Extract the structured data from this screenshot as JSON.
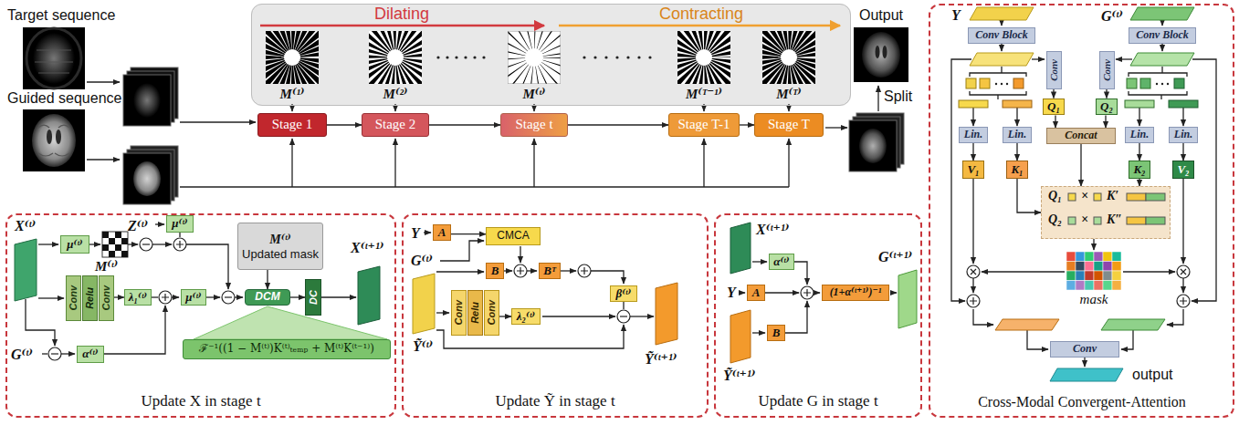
{
  "diagram": {
    "nodes": [
      {
        "text": [
          "Dilating",
          "Contracting"
        ]
      },
      {
        "text": [
          "Stage 1"
        ]
      },
      {
        "text": [
          "Stage 2"
        ]
      },
      {
        "text": [
          "Stage t"
        ]
      },
      {
        "text": [
          "Stage T-1"
        ]
      },
      {
        "text": [
          "Stage T"
        ]
      },
      {
        "text": [
          "Update X in stage t"
        ]
      },
      {
        "text": [
          "μ⁽ᵗ⁾"
        ],
        "in": 6
      },
      {
        "text": [
          "μ⁽ᵗ⁾"
        ],
        "in": 6
      },
      {
        "text": [
          "Conv"
        ],
        "in": 6
      },
      {
        "text": [
          "Relu"
        ],
        "in": 6
      },
      {
        "text": [
          "Conv"
        ],
        "in": 6
      },
      {
        "text": [
          "λ₁⁽ᵗ⁾"
        ],
        "in": 6
      },
      {
        "text": [
          "μ⁽ᵗ⁾"
        ],
        "in": 6
      },
      {
        "text": [
          "α⁽ᵗ⁾"
        ],
        "in": 6
      },
      {
        "text": [
          "M⁽ᵗ⁾",
          "Updated mask"
        ],
        "in": 6
      },
      {
        "text": [
          "DCM"
        ],
        "in": 6
      },
      {
        "text": [
          "DC"
        ],
        "in": 6
      },
      {
        "text": [
          "ℱ⁻¹((1 − M⁽ᵗ⁾)K⁽ᵗ⁾ₜₑₘₚ + M⁽ᵗ⁾K⁽ᵗ⁻¹⁾)"
        ],
        "in": 6
      },
      {
        "text": [
          "Update Ỹ in stage t"
        ]
      },
      {
        "text": [
          "A"
        ],
        "in": 19
      },
      {
        "text": [
          "CMCA"
        ],
        "in": 19
      },
      {
        "text": [
          "B"
        ],
        "in": 19
      },
      {
        "text": [
          "Bᵀ"
        ],
        "in": 19
      },
      {
        "text": [
          "Conv"
        ],
        "in": 19
      },
      {
        "text": [
          "Relu"
        ],
        "in": 19
      },
      {
        "text": [
          "Conv"
        ],
        "in": 19
      },
      {
        "text": [
          "λ₂⁽ᵗ⁾"
        ],
        "in": 19
      },
      {
        "text": [
          "β⁽ᵗ⁾"
        ],
        "in": 19
      },
      {
        "text": [
          "Update G in stage t"
        ]
      },
      {
        "text": [
          "α⁽ᵗ⁾"
        ],
        "in": 29
      },
      {
        "text": [
          "A"
        ],
        "in": 29
      },
      {
        "text": [
          "B"
        ],
        "in": 29
      },
      {
        "text": [
          "(1+α⁽ᵗ⁺¹⁾)⁻¹"
        ],
        "in": 29
      },
      {
        "text": [
          "Cross-Modal Convergent-Attention"
        ]
      },
      {
        "text": [
          "Conv Block"
        ],
        "in": 34
      },
      {
        "text": [
          "Conv Block"
        ],
        "in": 34
      },
      {
        "text": [
          "Conv"
        ],
        "in": 34
      },
      {
        "text": [
          "Conv"
        ],
        "in": 34
      },
      {
        "text": [
          "Q₁"
        ],
        "in": 34
      },
      {
        "text": [
          "Q₂"
        ],
        "in": 34
      },
      {
        "text": [
          "Lin."
        ],
        "in": 34
      },
      {
        "text": [
          "Lin."
        ],
        "in": 34
      },
      {
        "text": [
          "Concat"
        ],
        "in": 34
      },
      {
        "text": [
          "Lin."
        ],
        "in": 34
      },
      {
        "text": [
          "Lin."
        ],
        "in": 34
      },
      {
        "text": [
          "V₁"
        ],
        "in": 34
      },
      {
        "text": [
          "K₁"
        ],
        "in": 34
      },
      {
        "text": [
          "K₂"
        ],
        "in": 34
      },
      {
        "text": [
          "V₂"
        ],
        "in": 34
      },
      {
        "text": [
          "Q₁",
          "×",
          "K′",
          "Q₂",
          "×",
          "K″"
        ],
        "in": 34
      },
      {
        "text": [
          "Conv"
        ],
        "in": 34
      }
    ],
    "edges": [
      {
        "from": 1,
        "to": 2,
        "arrow": "to"
      },
      {
        "from": 2,
        "to": 3,
        "arrow": "to"
      },
      {
        "from": 3,
        "to": 4,
        "arrow": "to"
      },
      {
        "from": 4,
        "to": 5,
        "arrow": "to"
      },
      {
        "from": 11,
        "to": 12,
        "arrow": "to"
      },
      {
        "from": 15,
        "to": 16,
        "arrow": "to"
      },
      {
        "from": 16,
        "to": 17,
        "arrow": "to"
      },
      {
        "from": 20,
        "to": 21,
        "arrow": "to"
      },
      {
        "from": 26,
        "to": 27,
        "arrow": "to"
      },
      {
        "from": 37,
        "to": 39,
        "arrow": "to"
      },
      {
        "from": 38,
        "to": 40,
        "arrow": "to"
      },
      {
        "from": 39,
        "to": 43,
        "arrow": "to"
      },
      {
        "from": 40,
        "to": 43,
        "arrow": "to"
      },
      {
        "from": 41,
        "to": 46,
        "arrow": "to"
      },
      {
        "from": 42,
        "to": 47,
        "arrow": "to"
      },
      {
        "from": 44,
        "to": 48,
        "arrow": "to"
      },
      {
        "from": 45,
        "to": 49,
        "arrow": "to"
      },
      {
        "from": 43,
        "to": 50,
        "arrow": "to"
      },
      {
        "from": 47,
        "to": 50,
        "arrow": "to"
      },
      {
        "from": 48,
        "to": 50,
        "arrow": "to"
      }
    ],
    "labels": [
      "Target sequence",
      "Guided sequence",
      "Output",
      "Split",
      "M⁽¹⁾",
      "M⁽²⁾",
      "M⁽ᵗ⁾",
      "M⁽ᵀ⁻¹⁾",
      "M⁽ᵀ⁾",
      "X⁽ᵗ⁾",
      "Z⁽ᵗ⁾",
      "M⁽ᵗ⁾",
      "G⁽ᵗ⁾",
      "X⁽ᵗ⁺¹⁾",
      "Y",
      "G⁽ᵗ⁾",
      "Ỹ⁽ᵗ⁾",
      "Ỹ⁽ᵗ⁺¹⁾",
      "X⁽ᵗ⁺¹⁾",
      "Y",
      "Ỹ⁽ᵗ⁺¹⁾",
      "G⁽ᵗ⁺¹⁾",
      "Y",
      "G⁽ᵗ⁾",
      "mask",
      "output"
    ]
  }
}
